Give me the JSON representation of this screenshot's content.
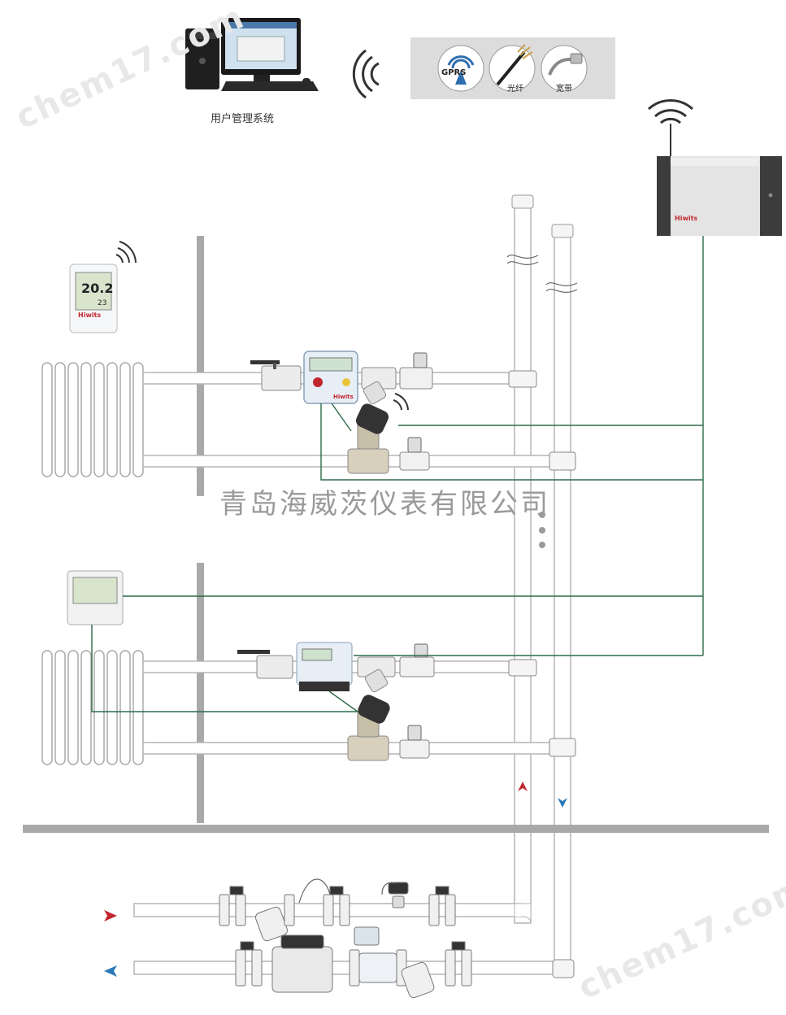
{
  "watermark": {
    "text": "chem17.com"
  },
  "user_system": {
    "label": "用户管理系统"
  },
  "network_options": {
    "gprs": "GPRS",
    "fiber": "光纤",
    "broadband": "宽带"
  },
  "company_name": "青岛海威茨仪表有限公司",
  "brand": "Hiwits",
  "thermostat_top": {
    "temp": "20.2",
    "sub": "23"
  },
  "colors": {
    "pipe": "#cfcfcf",
    "wall": "#a9a9a9",
    "signal_line": "#2e6b4a",
    "supply_arrow": "#c0272d",
    "return_arrow": "#2b79b8"
  }
}
